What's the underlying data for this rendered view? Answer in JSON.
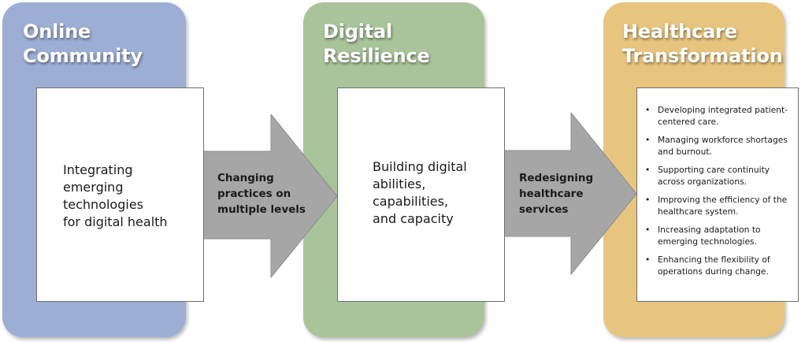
{
  "colors": {
    "panel_community": "#9daed4",
    "panel_resilience": "#a9c49a",
    "panel_transformation": "#e7c57e",
    "arrow_fill": "#a6a6a6",
    "card_border": "#6e6e6e"
  },
  "panels": [
    {
      "title_lines": [
        "Online",
        "Community"
      ],
      "card_lines": [
        "Integrating",
        "emerging",
        "technologies",
        "for digital health"
      ]
    },
    {
      "title_lines": [
        "Digital",
        "Resilience"
      ],
      "card_lines": [
        "Building digital",
        "abilities,",
        "capabilities,",
        "and capacity"
      ]
    },
    {
      "title_lines": [
        "Healthcare",
        "Transformation"
      ],
      "bullets": [
        "Developing integrated patient-centered care.",
        "Managing workforce shortages and burnout.",
        "Supporting care continuity across organizations.",
        "Improving the efficiency of the healthcare system.",
        "Increasing adaptation to emerging technologies.",
        "Enhancing the flexibility of operations during change."
      ]
    }
  ],
  "arrows": [
    {
      "label_lines": [
        "Changing",
        "practices on",
        "multiple levels"
      ]
    },
    {
      "label_lines": [
        "Redesigning",
        "healthcare",
        "services"
      ]
    }
  ]
}
